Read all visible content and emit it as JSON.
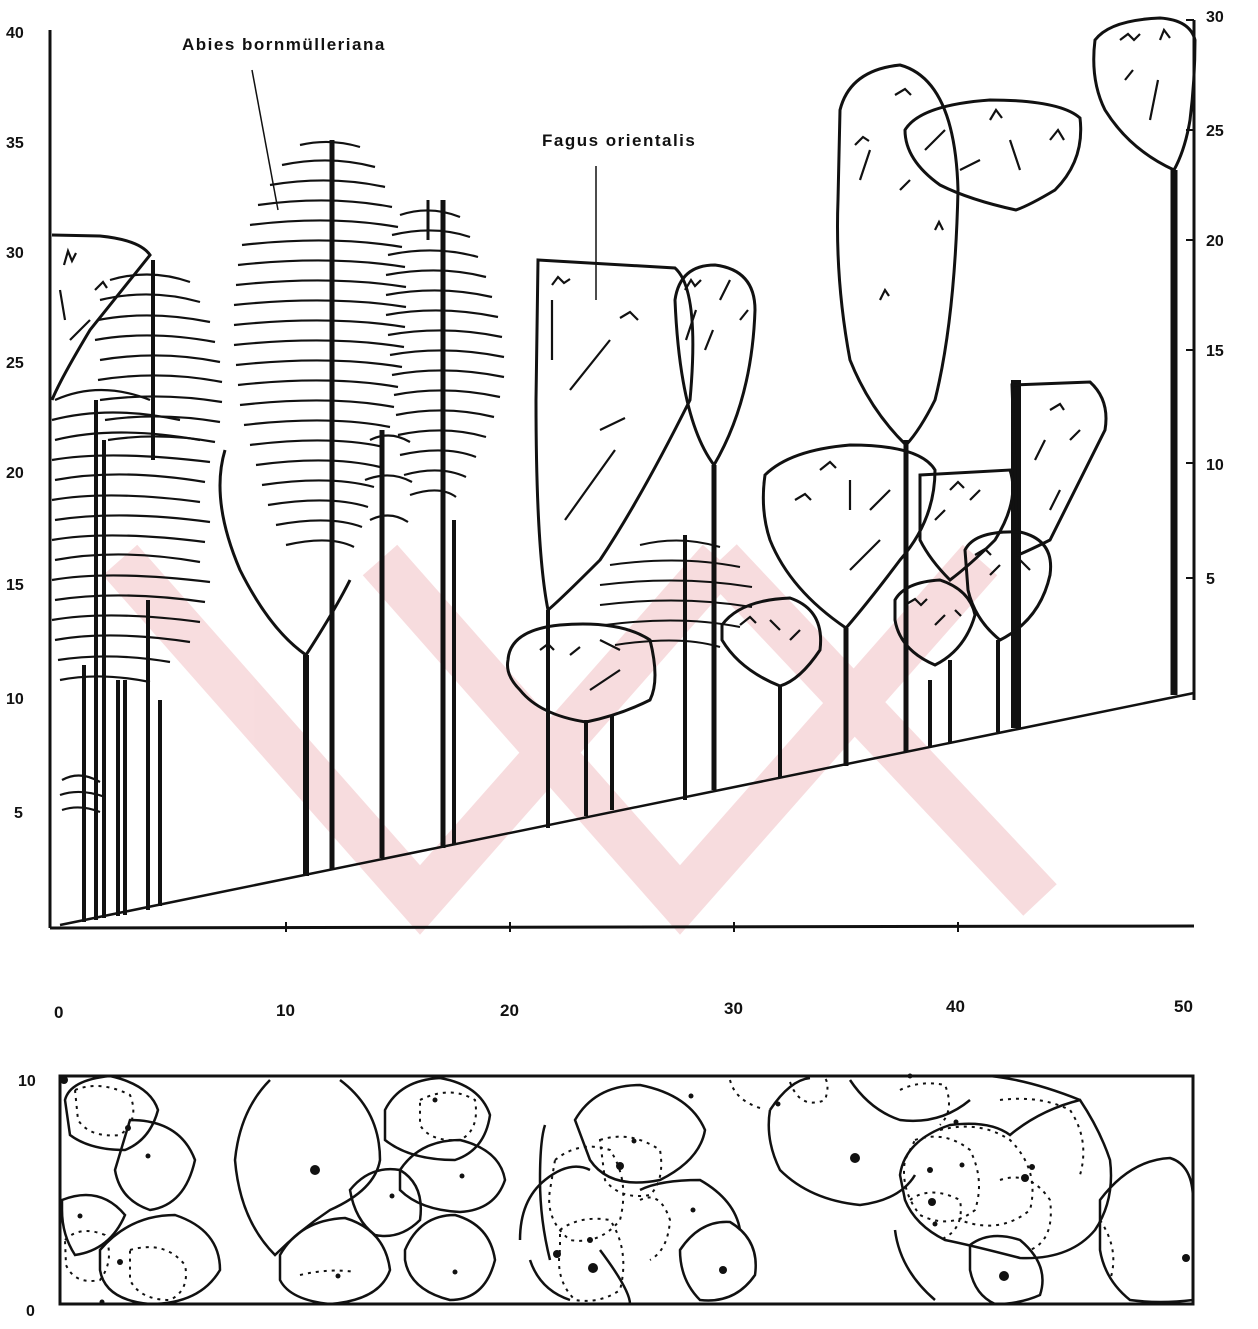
{
  "profile": {
    "y_left_ticks": [
      "40",
      "35",
      "30",
      "25",
      "20",
      "15",
      "10",
      "5"
    ],
    "y_right_ticks": [
      "30",
      "25",
      "20",
      "15",
      "10",
      "5"
    ],
    "x_ticks": [
      "0",
      "10",
      "20",
      "30",
      "40",
      "50"
    ],
    "label_abies": "Abies bornmülleriana",
    "label_fagus": "Fagus orientalis"
  },
  "plan": {
    "y_ticks": [
      "10",
      "0"
    ]
  },
  "colors": {
    "ink": "#111111",
    "watermark": "#f3c9cc"
  }
}
